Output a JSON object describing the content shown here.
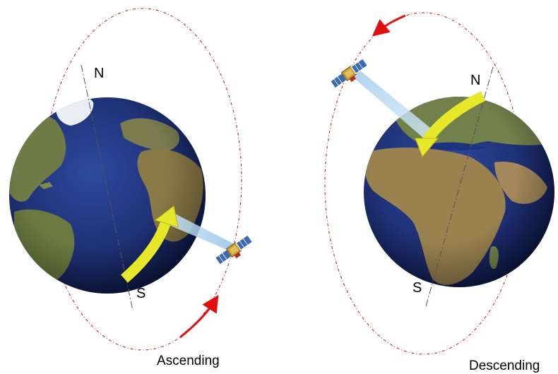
{
  "left_panel": {
    "north_label": "N",
    "south_label": "S",
    "caption": "Ascending"
  },
  "right_panel": {
    "north_label": "N",
    "south_label": "S",
    "caption": "Descending"
  },
  "colors": {
    "orbit": "#d62020",
    "direction_arrow": "#e01010",
    "ground_track_arrow": "#e8e82a",
    "ocean": "#1c2c6e",
    "land": "#6d7a4a",
    "beam": "#b8d8f0"
  }
}
